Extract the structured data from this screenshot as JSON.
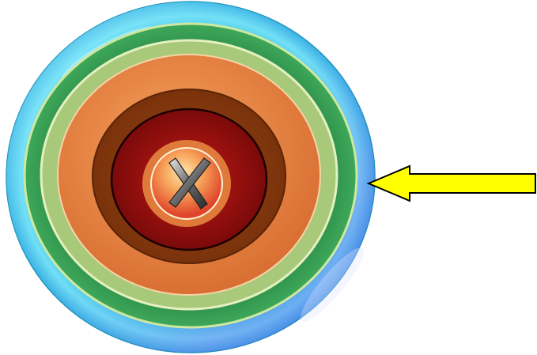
{
  "colors": {
    "background": "#ffffff",
    "outer_ring": "#2fc4e8",
    "green_ring": "#2f8f4a",
    "light_green_ring": "#a9c97a",
    "orange_ring": "#e8884a",
    "brown_ring": "#8a3d10",
    "red_core": "#a01010",
    "center_disc": "#f29a50",
    "arrow_fill": "#ffff00",
    "arrow_outline": "#000000"
  },
  "diagram": {
    "type": "concentric-rings",
    "layers_outer_to_inner": [
      {
        "name": "outer-cyan-ring",
        "color": "#2fc4e8"
      },
      {
        "name": "green-ring",
        "color": "#2f8f4a"
      },
      {
        "name": "light-green-band",
        "color": "#a9c97a"
      },
      {
        "name": "orange-ring",
        "color": "#e8884a"
      },
      {
        "name": "brown-ring",
        "color": "#8a3d10"
      },
      {
        "name": "red-core",
        "color": "#a01010"
      },
      {
        "name": "center-disc",
        "color": "#f29a50"
      }
    ],
    "center_mark": "x-mark-icon",
    "pointer": {
      "icon": "arrow-left-icon",
      "direction": "left",
      "target": "outer-cyan-ring"
    }
  }
}
